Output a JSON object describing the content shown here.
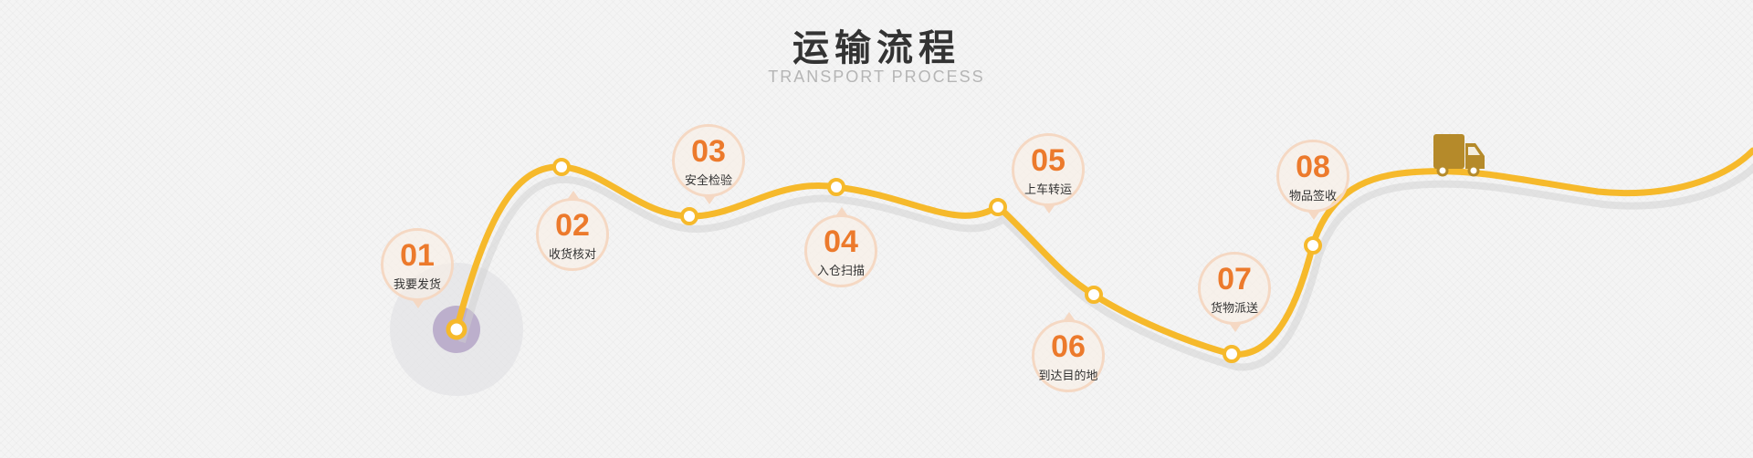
{
  "header": {
    "title": "运输流程",
    "subtitle": "TRANSPORT PROCESS"
  },
  "steps": [
    {
      "num": "01",
      "label": "我要发货"
    },
    {
      "num": "02",
      "label": "收货核对"
    },
    {
      "num": "03",
      "label": "安全检验"
    },
    {
      "num": "04",
      "label": "入仓扫描"
    },
    {
      "num": "05",
      "label": "上车转运"
    },
    {
      "num": "06",
      "label": "到达目的地"
    },
    {
      "num": "07",
      "label": "货物派送"
    },
    {
      "num": "08",
      "label": "物品签收"
    }
  ],
  "icons": [
    "truck-icon",
    "start-marker-icon"
  ],
  "colors": {
    "route": "#f6b92b",
    "route_shadow": "#cfcfcf",
    "number": "#ec7a2c",
    "bubble_border": "#f5d8c3",
    "start_halo": "#b7a9c9",
    "truck": "#b58a2a"
  }
}
